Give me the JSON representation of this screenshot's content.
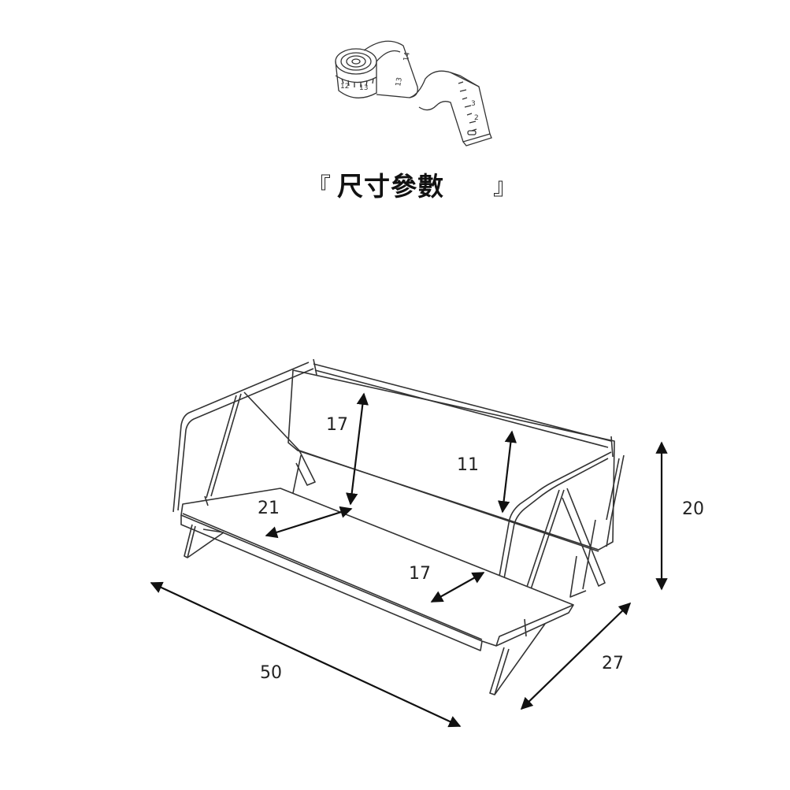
{
  "header": {
    "bracket_open": "『",
    "title": "尺寸參數",
    "bracket_close": "』"
  },
  "tape_icon": "measuring-tape-icon",
  "dimensions": {
    "back_height": "17",
    "back_inner_height": "11",
    "overall_height": "20",
    "shelf_depth": "21",
    "front_depth": "17",
    "width": "50",
    "depth": "27"
  }
}
